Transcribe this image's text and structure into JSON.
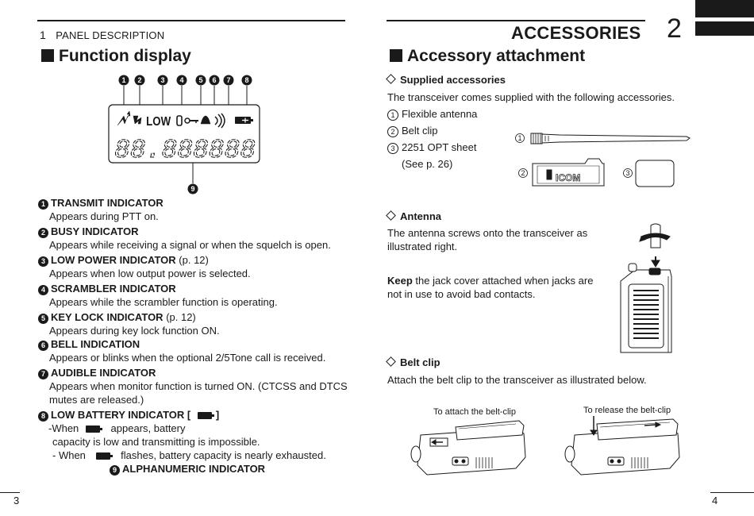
{
  "left": {
    "chapter_number": "1",
    "chapter_title": "PANEL DESCRIPTION",
    "section_title": "Function display",
    "display_numbers": [
      "1",
      "2",
      "3",
      "4",
      "5",
      "6",
      "7",
      "8",
      "9"
    ],
    "lcd_low_text": "LOW",
    "lcd_digits": "88.888888",
    "items": [
      {
        "num": "1",
        "title": "TRANSMIT INDICATOR",
        "ref": "",
        "desc": "Appears during PTT on."
      },
      {
        "num": "2",
        "title": "BUSY INDICATOR",
        "ref": "",
        "desc": "Appears while receiving a signal or when the squelch is open."
      },
      {
        "num": "3",
        "title": "LOW POWER INDICATOR",
        "ref": " (p. 12)",
        "desc": "Appears when low output power is selected."
      },
      {
        "num": "4",
        "title": "SCRAMBLER INDICATOR",
        "ref": "",
        "desc": "Appears while the scrambler function is operating."
      },
      {
        "num": "5",
        "title": "KEY LOCK INDICATOR",
        "ref": " (p. 12)",
        "desc": "Appears during key lock function ON."
      },
      {
        "num": "6",
        "title": "BELL INDICATION",
        "ref": "",
        "desc": "Appears or blinks when the optional 2/5Tone call is received."
      },
      {
        "num": "7",
        "title": "AUDIBLE INDICATOR",
        "ref": "",
        "desc": "Appears when monitor function is turned ON. (CTCSS and DTCS mutes are released.)"
      }
    ],
    "item8": {
      "num": "8",
      "title": "LOW BATTERY INDICATOR [",
      "title_end": "]",
      "line1_a": "-When",
      "line1_b": "appears, battery",
      "line2": "capacity is low and transmitting is impossible.",
      "line3_a": "- When",
      "line3_b": "flashes, battery capacity is nearly exhausted."
    },
    "item9": {
      "num": "9",
      "title": "ALPHANUMERIC INDICATOR"
    },
    "page_number": "3"
  },
  "right": {
    "chapter_title": "ACCESSORIES",
    "chapter_number": "2",
    "section_title": "Accessory attachment",
    "supplied": {
      "heading": "Supplied accessories",
      "intro": "The transceiver comes supplied with the following accessories.",
      "list": [
        {
          "num": "1",
          "text": "Flexible antenna"
        },
        {
          "num": "2",
          "text": "Belt clip"
        },
        {
          "num": "3",
          "text": "2251 OPT sheet"
        }
      ],
      "see": "(See p. 26)",
      "fig_labels": [
        "1",
        "2",
        "3"
      ],
      "clip_logo": "ICOM"
    },
    "antenna": {
      "heading": "Antenna",
      "text": "The antenna screws onto the transceiver as illustrated right.",
      "keep_bold": "Keep",
      "keep_rest": " the jack cover attached when jacks are not in use to avoid bad contacts."
    },
    "belt_clip": {
      "heading": "Belt clip",
      "text": "Attach the belt clip to the transceiver as illustrated below.",
      "caption_attach": "To attach the belt-clip",
      "caption_release": "To release the belt-clip"
    },
    "page_number": "4"
  }
}
